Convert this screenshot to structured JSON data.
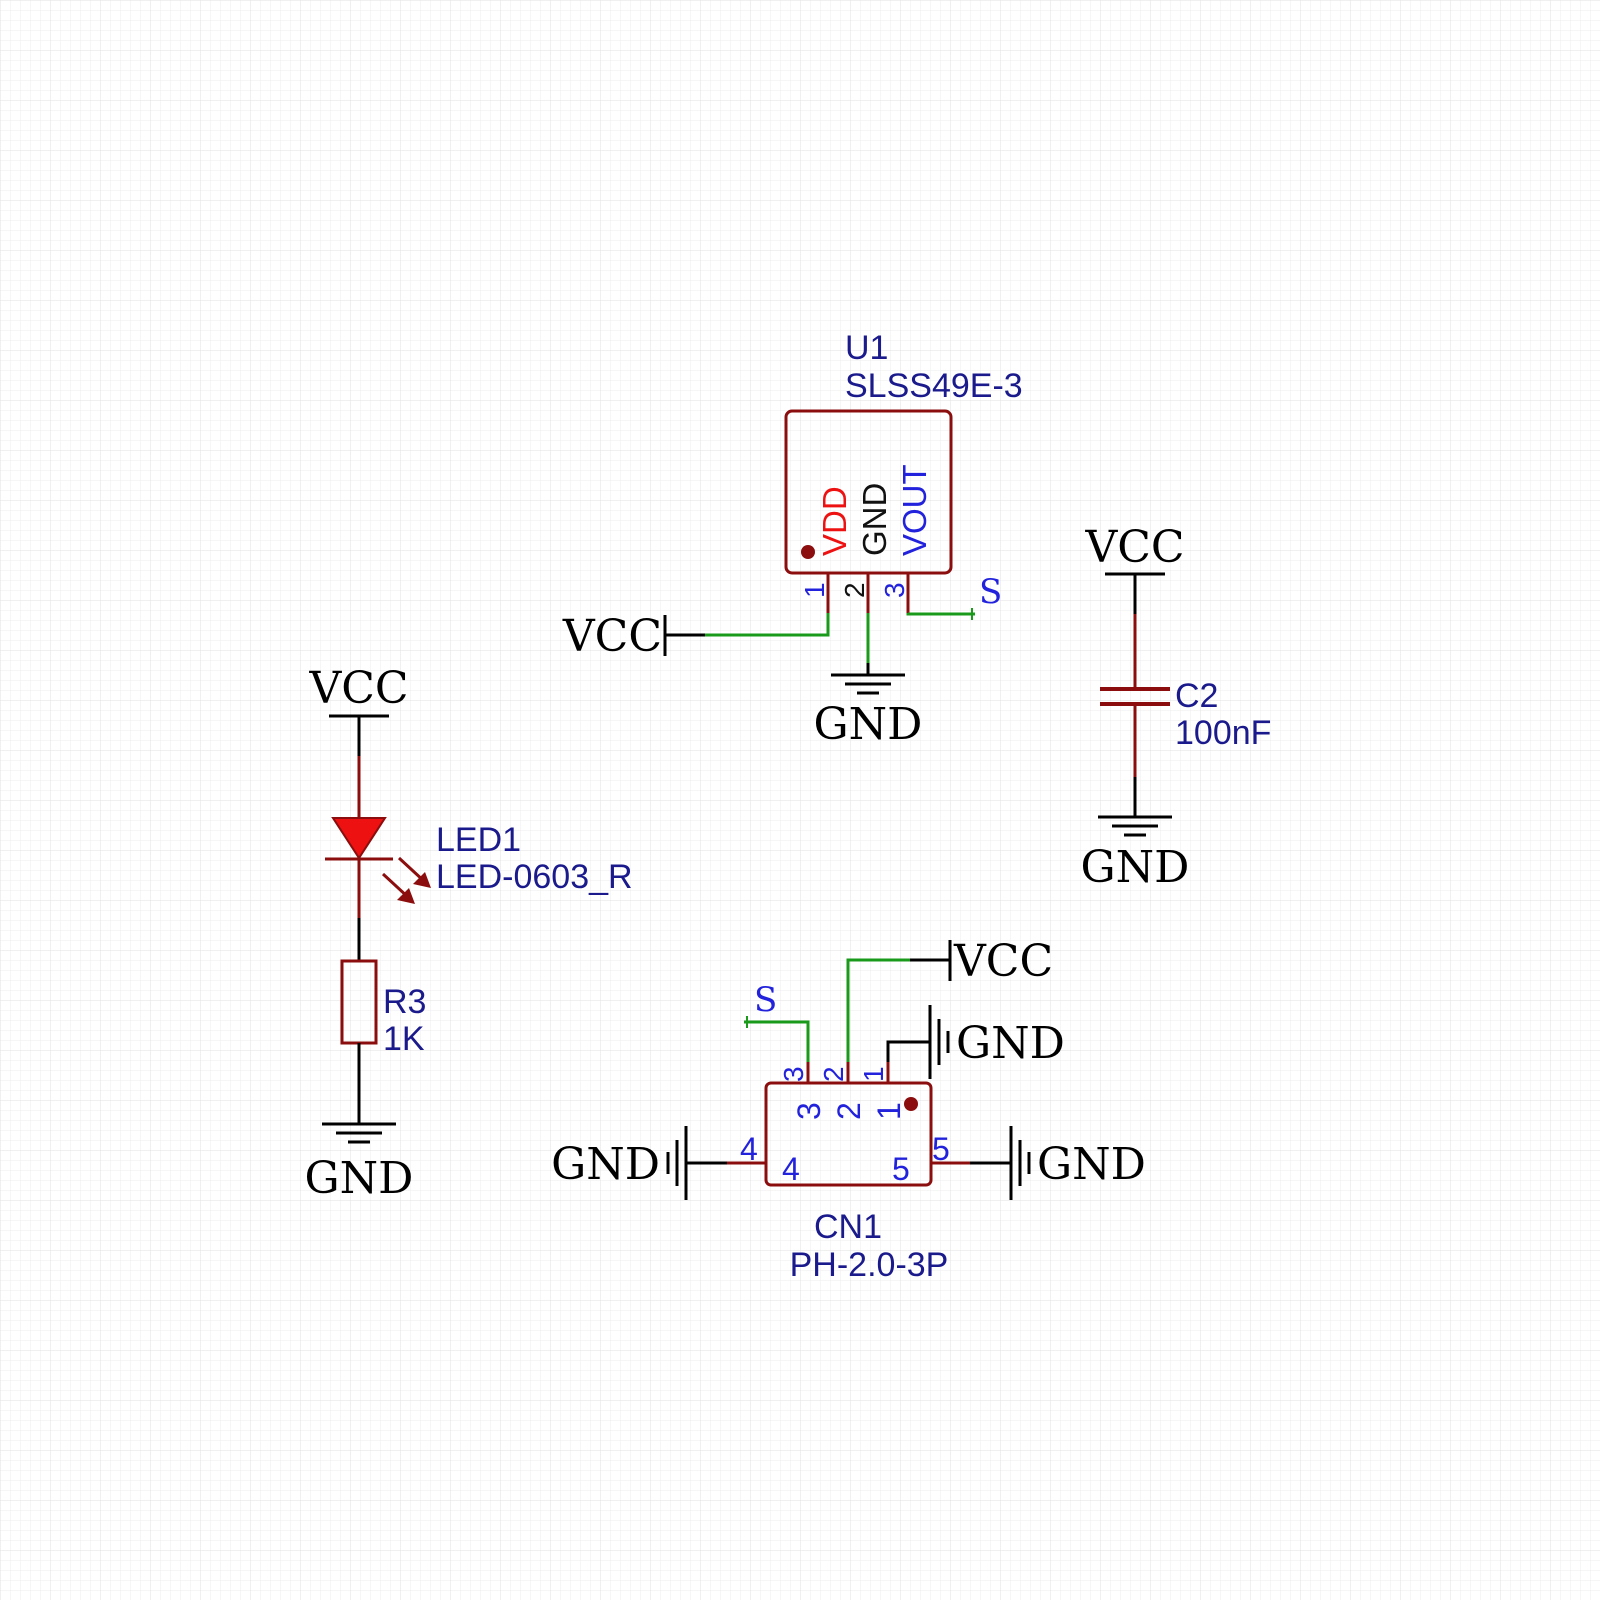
{
  "colors": {
    "wire": "#1a9a1a",
    "body": "#8b0d0d",
    "designator": "#1a1a8c",
    "pin_number": "#2222dd",
    "net_symbol": "#000000",
    "vdd_pin": "#ee1111",
    "gnd_pin": "#111111",
    "vout_pin": "#2222dd",
    "led_fill": "#ee1111",
    "grid_line": "#e6e6e6"
  },
  "u1": {
    "ref": "U1",
    "value": "SLSS49E-3",
    "pins": [
      {
        "number": "1",
        "name": "VDD"
      },
      {
        "number": "2",
        "name": "GND"
      },
      {
        "number": "3",
        "name": "VOUT"
      }
    ]
  },
  "c2": {
    "ref": "C2",
    "value": "100nF"
  },
  "led1": {
    "ref": "LED1",
    "value": "LED-0603_R"
  },
  "r3": {
    "ref": "R3",
    "value": "1K"
  },
  "cn1": {
    "ref": "CN1",
    "value": "PH-2.0-3P",
    "pins": [
      "1",
      "2",
      "3",
      "4",
      "5"
    ]
  },
  "nets": {
    "vcc": "VCC",
    "gnd": "GND",
    "signal": "S"
  }
}
